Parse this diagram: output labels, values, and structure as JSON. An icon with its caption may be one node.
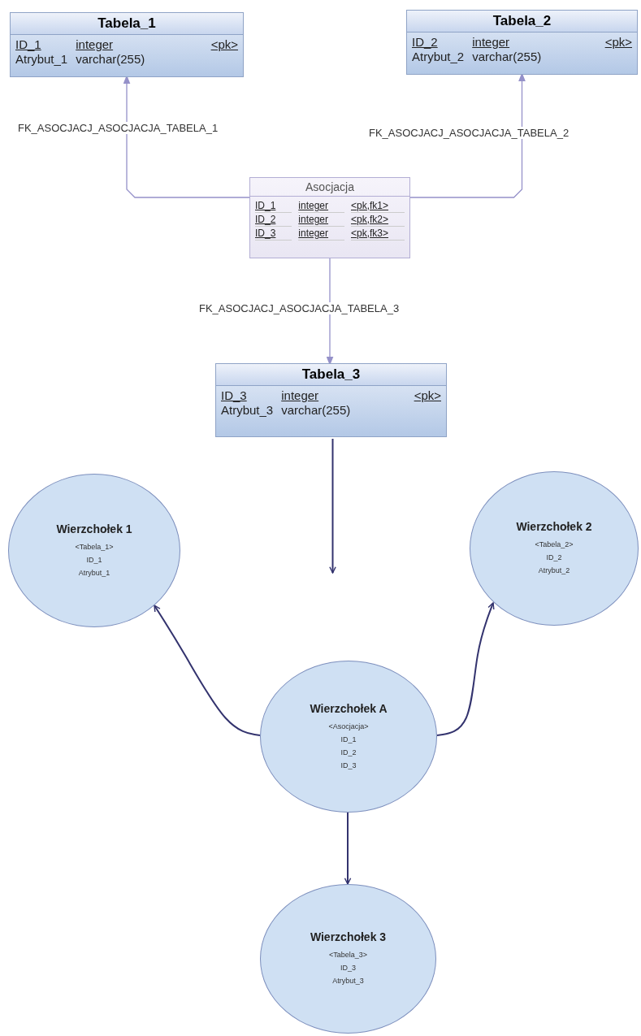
{
  "diagram": {
    "nodes": [
      {
        "text": [
          "Tabela_1",
          "ID_1",
          "integer",
          "<pk>",
          "Atrybut_1",
          "varchar(255)"
        ]
      },
      {
        "text": [
          "Tabela_2",
          "ID_2",
          "integer",
          "<pk>",
          "Atrybut_2",
          "varchar(255)"
        ]
      },
      {
        "text": [
          "Asocjacja",
          "ID_1",
          "integer",
          "<pk,fk1>",
          "ID_2",
          "integer",
          "<pk,fk2>",
          "ID_3",
          "integer",
          "<pk,fk3>"
        ]
      },
      {
        "text": [
          "Tabela_3",
          "ID_3",
          "integer",
          "<pk>",
          "Atrybut_3",
          "varchar(255)"
        ]
      },
      {
        "text": [
          "Wierzchołek 1",
          "<Tabela_1>",
          "ID_1",
          "Atrybut_1"
        ]
      },
      {
        "text": [
          "Wierzchołek 2",
          "<Tabela_2>",
          "ID_2",
          "Atrybut_2"
        ]
      },
      {
        "text": [
          "Wierzchołek A",
          "<Asocjacja>",
          "ID_1",
          "ID_2",
          "ID_3"
        ]
      },
      {
        "text": [
          "Wierzchołek 3",
          "<Tabela_3>",
          "ID_3",
          "Atrybut_3"
        ]
      }
    ],
    "edges": [
      {
        "from": 2,
        "to": 0,
        "arrow": "to",
        "label": "FK_ASOCJACJ_ASOCJACJA_TABELA_1",
        "color": "#9591c9"
      },
      {
        "from": 2,
        "to": 1,
        "arrow": "to",
        "label": "FK_ASOCJACJ_ASOCJACJA_TABELA_2",
        "color": "#9591c9"
      },
      {
        "from": 2,
        "to": 3,
        "arrow": "to",
        "label": "FK_ASOCJACJ_ASOCJACJA_TABELA_3",
        "color": "#9591c9"
      },
      {
        "from": 3,
        "to": null,
        "arrow": "to"
      },
      {
        "from": 6,
        "to": 4,
        "arrow": "to"
      },
      {
        "from": 6,
        "to": 5,
        "arrow": "to"
      },
      {
        "from": 6,
        "to": 7,
        "arrow": "to"
      }
    ]
  }
}
